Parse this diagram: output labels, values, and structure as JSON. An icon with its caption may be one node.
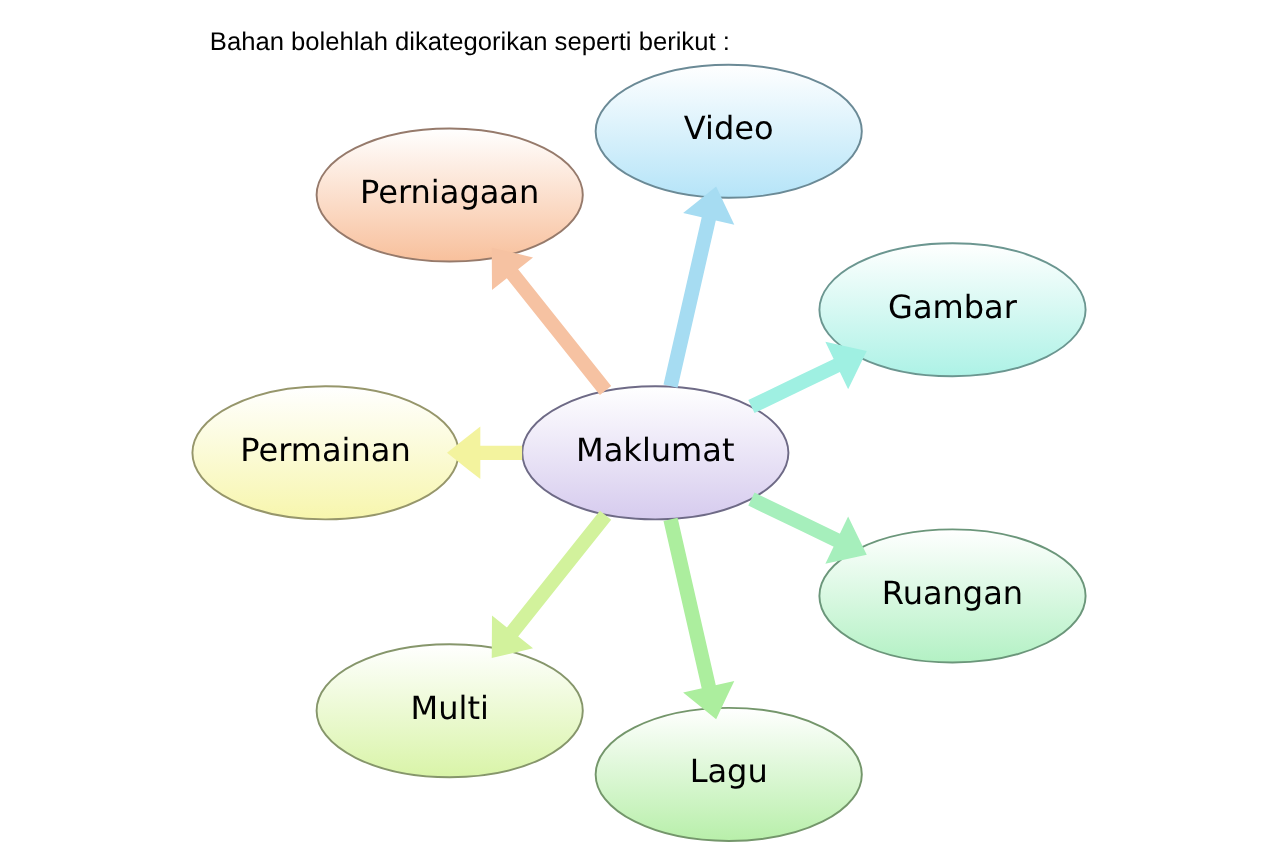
{
  "diagram": {
    "title": "Bahan bolehlah dikategorikan seperti berikut :",
    "nodes": [
      {
        "text": [
          "Maklumat"
        ]
      },
      {
        "text": [
          "Video"
        ]
      },
      {
        "text": [
          "Gambar"
        ]
      },
      {
        "text": [
          "Ruangan"
        ]
      },
      {
        "text": [
          "Lagu"
        ]
      },
      {
        "text": [
          "Multi"
        ]
      },
      {
        "text": [
          "Permainan"
        ]
      },
      {
        "text": [
          "Perniagaan"
        ]
      }
    ],
    "edges": [
      {
        "from": 0,
        "to": 1,
        "arrow": "to",
        "color": "#a6dcf2"
      },
      {
        "from": 0,
        "to": 2,
        "arrow": "to",
        "color": "#9ff0e2"
      },
      {
        "from": 0,
        "to": 3,
        "arrow": "to",
        "color": "#a6efbc"
      },
      {
        "from": 0,
        "to": 4,
        "arrow": "to",
        "color": "#acee9e"
      },
      {
        "from": 0,
        "to": 5,
        "arrow": "to",
        "color": "#d2f29c"
      },
      {
        "from": 0,
        "to": 6,
        "arrow": "to",
        "color": "#f3f39e"
      },
      {
        "from": 0,
        "to": 7,
        "arrow": "to",
        "color": "#f6c2a2"
      }
    ]
  }
}
